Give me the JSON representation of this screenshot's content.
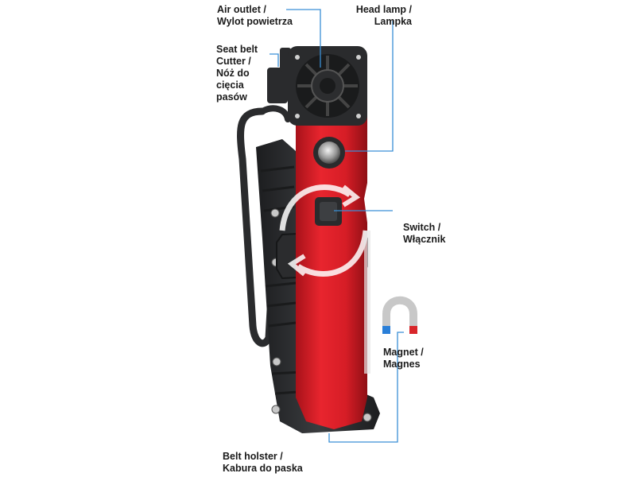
{
  "callouts": {
    "air_outlet": "Air outlet /\nWylot powietrza",
    "head_lamp": "Head lamp /\nLampka",
    "seat_belt_cutter": "Seat belt\nCutter /\nNóż do\ncięcia\npasów",
    "switch": "Switch /\nWłącznik",
    "magnet": "Magnet /\nMagnes",
    "belt_holster": "Belt holster /\nKabura do paska"
  },
  "colors": {
    "body_red": "#e0202a",
    "holster_dark": "#2e2f31",
    "leader_line": "#3a8fd6",
    "magnet_red": "#d8262a",
    "magnet_blue": "#2a7fd8"
  }
}
